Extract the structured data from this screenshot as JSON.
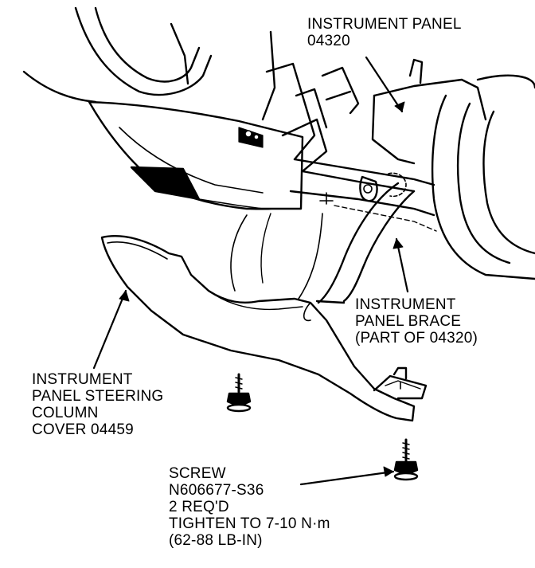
{
  "labels": {
    "instrument_panel": {
      "line1": "INSTRUMENT PANEL",
      "line2": "04320"
    },
    "panel_brace": {
      "line1": "INSTRUMENT",
      "line2": "PANEL BRACE",
      "line3": "(PART OF 04320)"
    },
    "column_cover": {
      "line1": "INSTRUMENT",
      "line2": "PANEL STEERING",
      "line3": "COLUMN",
      "line4": "COVER 04459"
    },
    "screw": {
      "line1": "SCREW",
      "line2": "N606677-S36",
      "line3": "2 REQ'D",
      "line4": "TIGHTEN TO 7-10 N·m",
      "line5": "(62-88 LB-IN)"
    }
  },
  "colors": {
    "ink": "#000000",
    "paper": "#ffffff"
  }
}
